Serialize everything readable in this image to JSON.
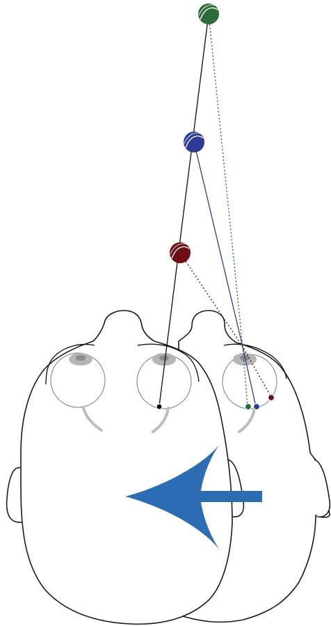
{
  "colors": {
    "background": "#ffffff",
    "outline": "#1a1a1a",
    "eyeball_outline": "#7a7a7a",
    "lens_shadow": "#b5b5b5",
    "optic_nerve": "#bdbdbd",
    "pupil_fixation": "#000000",
    "sight_line": "#1a1a1a",
    "ball_green": "#2e6b3a",
    "ball_blue": "#2f3a96",
    "ball_red": "#6b0d12",
    "arrow": "#2b6cb3"
  },
  "elements": {
    "balls": [
      "green-ball",
      "blue-ball",
      "red-ball"
    ],
    "heads": [
      "original-head",
      "shifted-head"
    ],
    "direction_arrow": "left-arrow"
  }
}
